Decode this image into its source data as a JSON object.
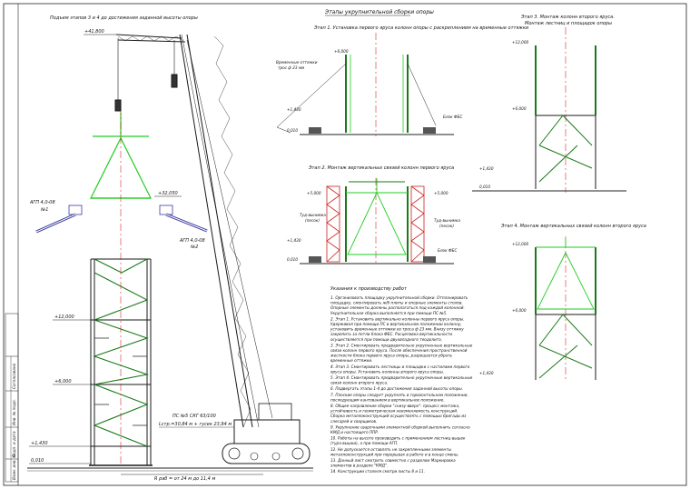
{
  "titles": {
    "main_left": "Подъем этапов 3 и 4 до достижения заданной высоты опоры",
    "main_center": "Этапы укрупнительной сборки опоры",
    "stage1": "Этап 1. Установка первого яруса колонн опоры с раскреплением на временные оттяжки",
    "stage2": "Этап 2. Монтаж вертикальных связей колонн первого яруса",
    "stage3_line1": "Этап 3. Монтаж колонн второго яруса.",
    "stage3_line2": "Монтаж лестниц и площадок опоры",
    "stage4": "Этап 4. Монтаж вертикальных связей колонн второго яруса"
  },
  "labels": {
    "elev_41800": "+41,800",
    "elev_32050": "+32,050",
    "elev_12000": "+12,000",
    "elev_6000": "+6,000",
    "elev_1430": "+1,430",
    "elev_0010": "0,010",
    "elev_5000": "+5,000",
    "agp_left": "АГП 4,0-08",
    "agp_left_no": "№1",
    "agp_right": "АГП 4,0-08",
    "agp_right_no": "№2",
    "crane_model": "ПС №5 СКГ 63/100",
    "crane_params": "Lстр.=30,84 м + гусек 23,94 м",
    "crane_radius": "R раб = от 24 м до 11,4 м",
    "guys_label": "Временные оттяжки",
    "guys_rope": "трос ф 23 мм",
    "block_fbs": "Блок ФБС",
    "tug_weight": "Туд-вынимка",
    "tug_weight_sub": "(песок)"
  },
  "notes": {
    "heading": "Указания к производству работ",
    "items": [
      "1. Организовать площадку укрупнительной сборки. Отпланировать площадку, смонтировать ж/б плиты и опорные элементы столов. Опорные элементы должны располагаться под каждой колонной. Укрупнительная сборка выполняется при помощи ПС №5.",
      "2. Этап 1. Установить вертикально колонны первого яруса опоры. Удерживая при помощи ПС в вертикальном положении колонну, установить временные оттяжки из троса ф 23 мм. Внизу оттяжку закрепить за петли блока ФБС. Расцеповка вертикальности осуществляется при помощи двухвпадного теодолита.",
      "3. Этап 2. Смонтировать предварительно укрупненные вертикальные связи колонн первого яруса. После обеспечения пространственной жесткости блока первого яруса опоры, разрешается убрать временные оттяжки.",
      "4. Этап 3. Смонтировать лестницы и площадки с настилами первого яруса опоры. Установить колонны второго яруса опоры.",
      "5. Этап 4. Смонтировать предварительно укрупненные вертикальные связи колонн второго яруса.",
      "6. Подвергать этапы 1-4 до достижения заданной высоты опоры.",
      "7. Плоские опоры следует укрупнять в горизонтальном положении, последующим кантованием в вертикальное положение.",
      "8. Общее направление сборки \"снизу-вверх\": процесс монтажа, устойчивость и геометрическая неизменяемость конструкций. Сборка металлоконструкций осуществлять с помощью бригады из слесарей и сварщиков.",
      "9. Укрупнение сварочными элементной сборкой выполнить согласно КМД и настоящего ППР.",
      "10. Работы на высоте производить с применением лестниц-вышек (тура-вышки), а при помощи АГП.",
      "12. Не допускается оставлять не закрепленными элементы металлоконструкций при перерывах в работе и в конце смены.",
      "13. Данный лист смотреть совместно с разделом Маркировка элементов в разделе \"КМД\".",
      "14. Конструкции сталеля смотри листы 8 и 11."
    ]
  },
  "stamp": {
    "labels": [
      "Взам. инв. №",
      "Подп. и дата",
      "Инв. № подл.",
      "Согласовано"
    ]
  },
  "colors": {
    "structure": "#1a7a1a",
    "sling": "#22cc22",
    "axis": "#cc0000",
    "scaffold": "#cc2222",
    "ink": "#111111",
    "agp": "#3a3aa0"
  }
}
